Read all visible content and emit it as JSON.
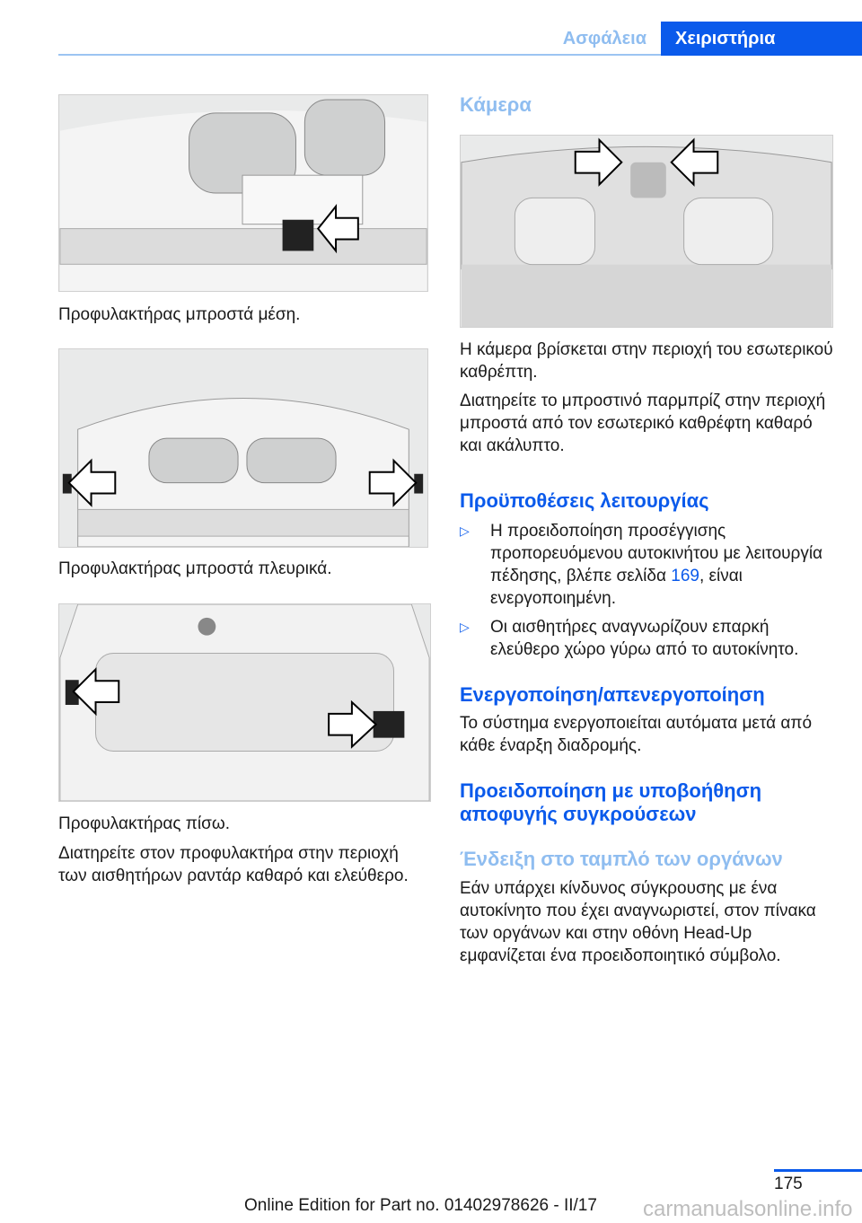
{
  "header": {
    "tab_section": "Ασφάλεια",
    "tab_chapter": "Χειριστήρια"
  },
  "left": {
    "caption1": "Προφυλακτήρας μπροστά μέση.",
    "caption2": "Προφυλακτήρας μπροστά πλευρικά.",
    "caption3": "Προφυλακτήρας πίσω.",
    "para": "Διατηρείτε στον προφυλακτήρα στην περιοχή των αισθητήρων ραντάρ καθαρό και ελεύθερο."
  },
  "right": {
    "camera_title": "Κάμερα",
    "camera_p1": "Η κάμερα βρίσκεται στην περιοχή του εσωτερικού καθρέπτη.",
    "camera_p2": "Διατηρείτε το μπροστινό παρμπρίζ στην περιοχή μπροστά από τον εσωτερικό καθρέφτη καθαρό και ακάλυπτο.",
    "req_title": "Προϋποθέσεις λειτουργίας",
    "req_item1_a": "Η προειδοποίηση προσέγγισης προπορευόμενου αυτοκινήτου με λειτουργία πέδησης, βλέπε σελίδα ",
    "req_item1_link": "169",
    "req_item1_b": ", είναι ενεργοποιημένη.",
    "req_item2": "Οι αισθητήρες αναγνωρίζουν επαρκή ελεύθερο χώρο γύρω από το αυτοκίνητο.",
    "act_title": "Ενεργοποίηση/απενεργοποίηση",
    "act_p": "Το σύστημα ενεργοποιείται αυτόματα μετά από κάθε έναρξη διαδρομής.",
    "warn_title": "Προειδοποίηση με υποβοήθηση αποφυγής συγκρούσεων",
    "ind_title": "Ένδειξη στο ταμπλό των οργάνων",
    "ind_p": "Εάν υπάρχει κίνδυνος σύγκρουσης με ένα αυτοκίνητο που έχει αναγνωριστεί, στον πίνακα των οργάνων και στην οθόνη Head-Up εμφανίζεται ένα προειδοποιητικό σύμβολο."
  },
  "footer": {
    "page": "175",
    "edition": "Online Edition for Part no. 01402978626 - II/17",
    "watermark": "carmanualsonline.info"
  },
  "colors": {
    "accent": "#0a5aeb",
    "light_accent": "#8fbdf0"
  }
}
